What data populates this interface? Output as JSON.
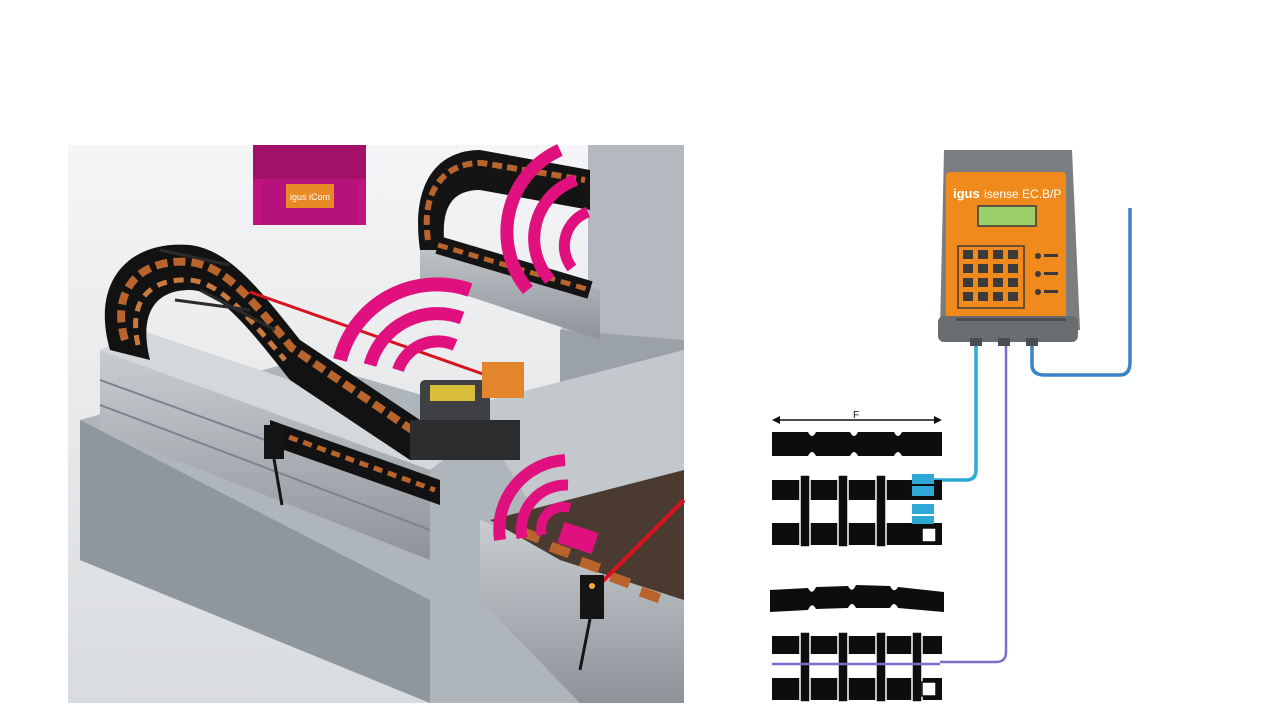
{
  "icom_module": {
    "label": "igus iCom",
    "color": "#c0137f"
  },
  "controller": {
    "brand": "igus",
    "model": "isense EC.B/P",
    "housing_color": "#f08a1c",
    "display_color": "#9ccf6a"
  },
  "chain_diagram": {
    "dimension_label": "F"
  },
  "colors": {
    "wireless_signal": "#e0117f",
    "cable_cyan": "#2fa8d6",
    "cable_blue": "#3a82c9",
    "cable_purple": "#7c6fc8",
    "laser": "#d8121f",
    "chain_link": "#0d0d0d",
    "copper": "#b8642c"
  },
  "icons": [
    "wireless-signal-icon",
    "keypad-icon",
    "sensor-icon"
  ]
}
